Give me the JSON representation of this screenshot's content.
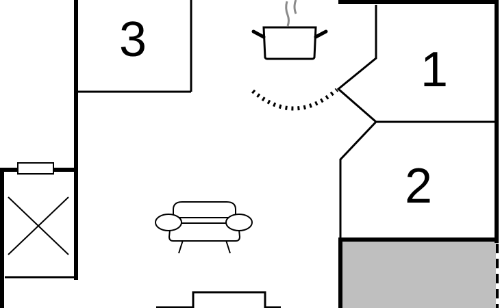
{
  "floorplan": {
    "rooms": [
      {
        "id": "bedroom-1",
        "number": "1"
      },
      {
        "id": "bedroom-2",
        "number": "2"
      },
      {
        "id": "room-3",
        "number": "3"
      }
    ],
    "furniture": {
      "kitchen": "cooking-pot-icon",
      "living": "sofa-icon",
      "stairwell": "crossed-box-icon"
    },
    "colors": {
      "walls": "#000000",
      "terrace": "#bfbfbf",
      "steam": "#8a8a8a",
      "background": "#ffffff"
    }
  }
}
